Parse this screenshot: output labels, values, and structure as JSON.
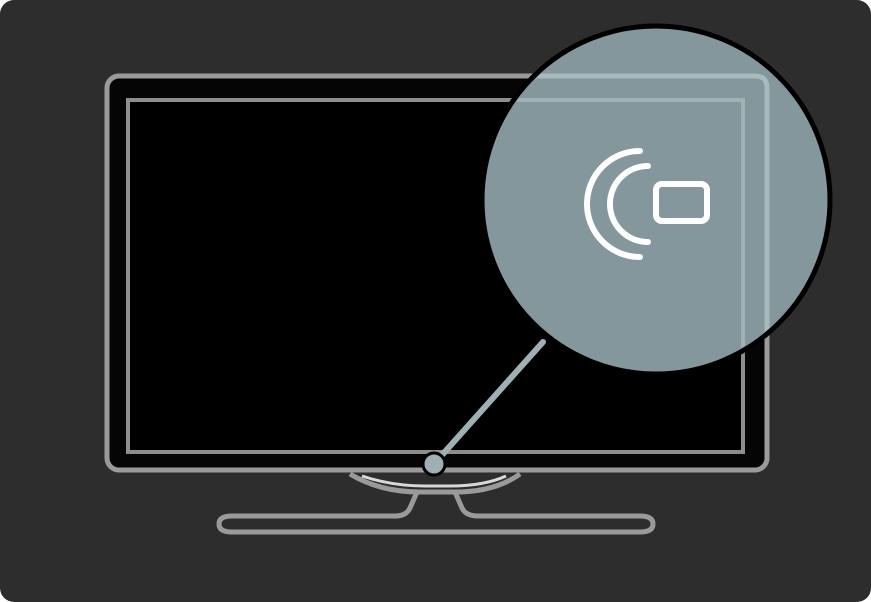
{
  "illustration": {
    "subject": "tv-with-magnified-sensor",
    "colors": {
      "background": "#2d2d2d",
      "outline": "#9a9a9a",
      "screen": "#000000",
      "magnifier_fill": "#84979c",
      "magnifier_border": "#000000",
      "pointer": "#9fb0b5",
      "icon": "#ffffff"
    },
    "icons": [
      "tv-icon",
      "magnifier-callout",
      "sensor-icon",
      "sensor-indicator-dot",
      "stand-icon"
    ]
  }
}
